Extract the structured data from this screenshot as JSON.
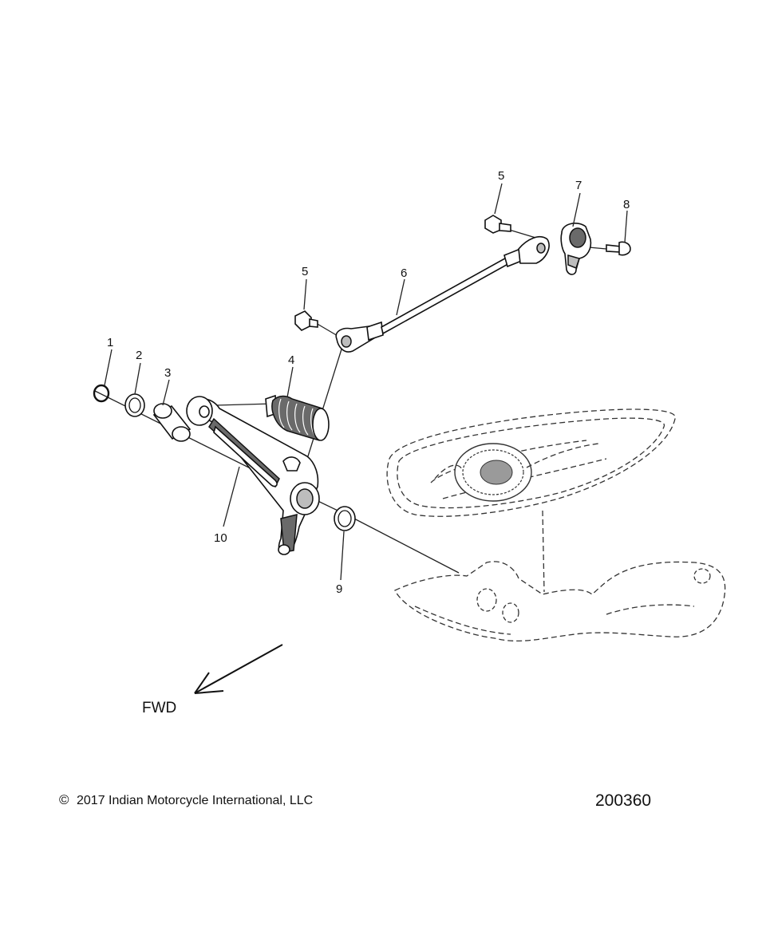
{
  "callouts": {
    "c1": "1",
    "c2": "2",
    "c3": "3",
    "c4": "4",
    "c5a": "5",
    "c5b": "5",
    "c6": "6",
    "c7": "7",
    "c8": "8",
    "c9": "9",
    "c10": "10"
  },
  "direction_label": "FWD",
  "footer": {
    "copyright_symbol": "©",
    "copyright_text": "2017 Indian Motorcycle International, LLC",
    "drawing_number": "200360"
  }
}
